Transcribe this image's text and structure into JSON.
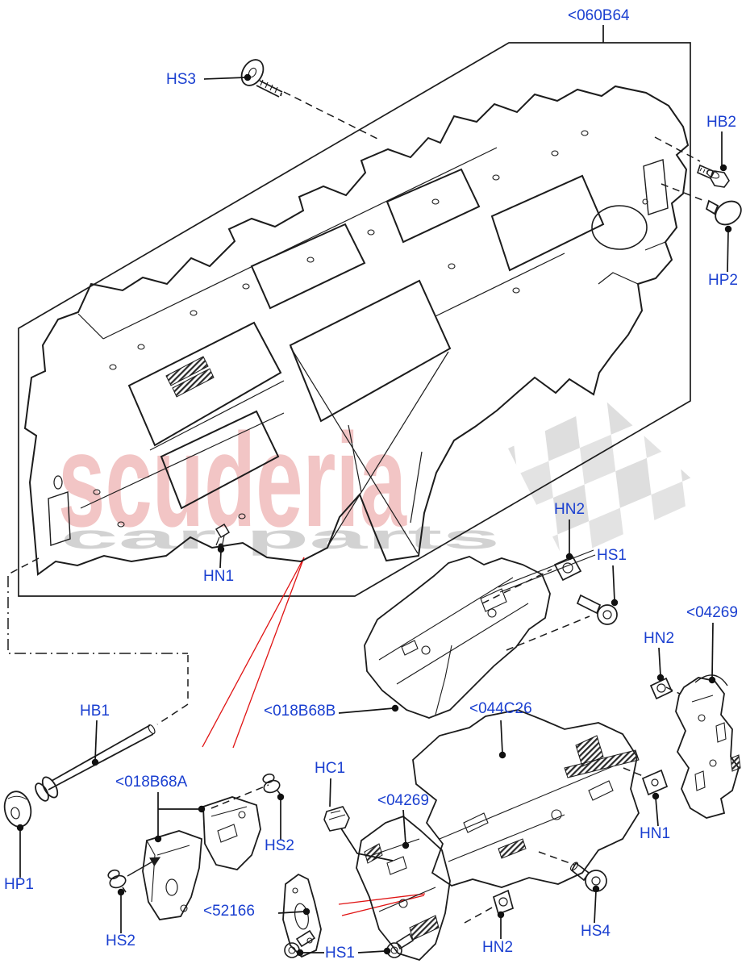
{
  "watermark": {
    "brand": "scuderia",
    "sub": "car parts"
  },
  "colors": {
    "label_blue": "#1a3fd0",
    "line_black": "#1c1c1c",
    "pointer_red": "#e01414",
    "checker_gray": "#e3e3e3",
    "watermark_pink": "#efb7b7",
    "watermark_gray": "#cdcdcd"
  },
  "labels": {
    "ref_060B64": "<060B64",
    "ref_018B68B": "<018B68B",
    "ref_044C26": "<044C26",
    "ref_018B68A": "<018B68A",
    "ref_04269": "<04269",
    "ref_52166": "<52166",
    "HS1": "HS1",
    "HS2": "HS2",
    "HS3": "HS3",
    "HS4": "HS4",
    "HB1": "HB1",
    "HB2": "HB2",
    "HP1": "HP1",
    "HP2": "HP2",
    "HN1": "HN1",
    "HN2": "HN2",
    "HC1": "HC1"
  }
}
